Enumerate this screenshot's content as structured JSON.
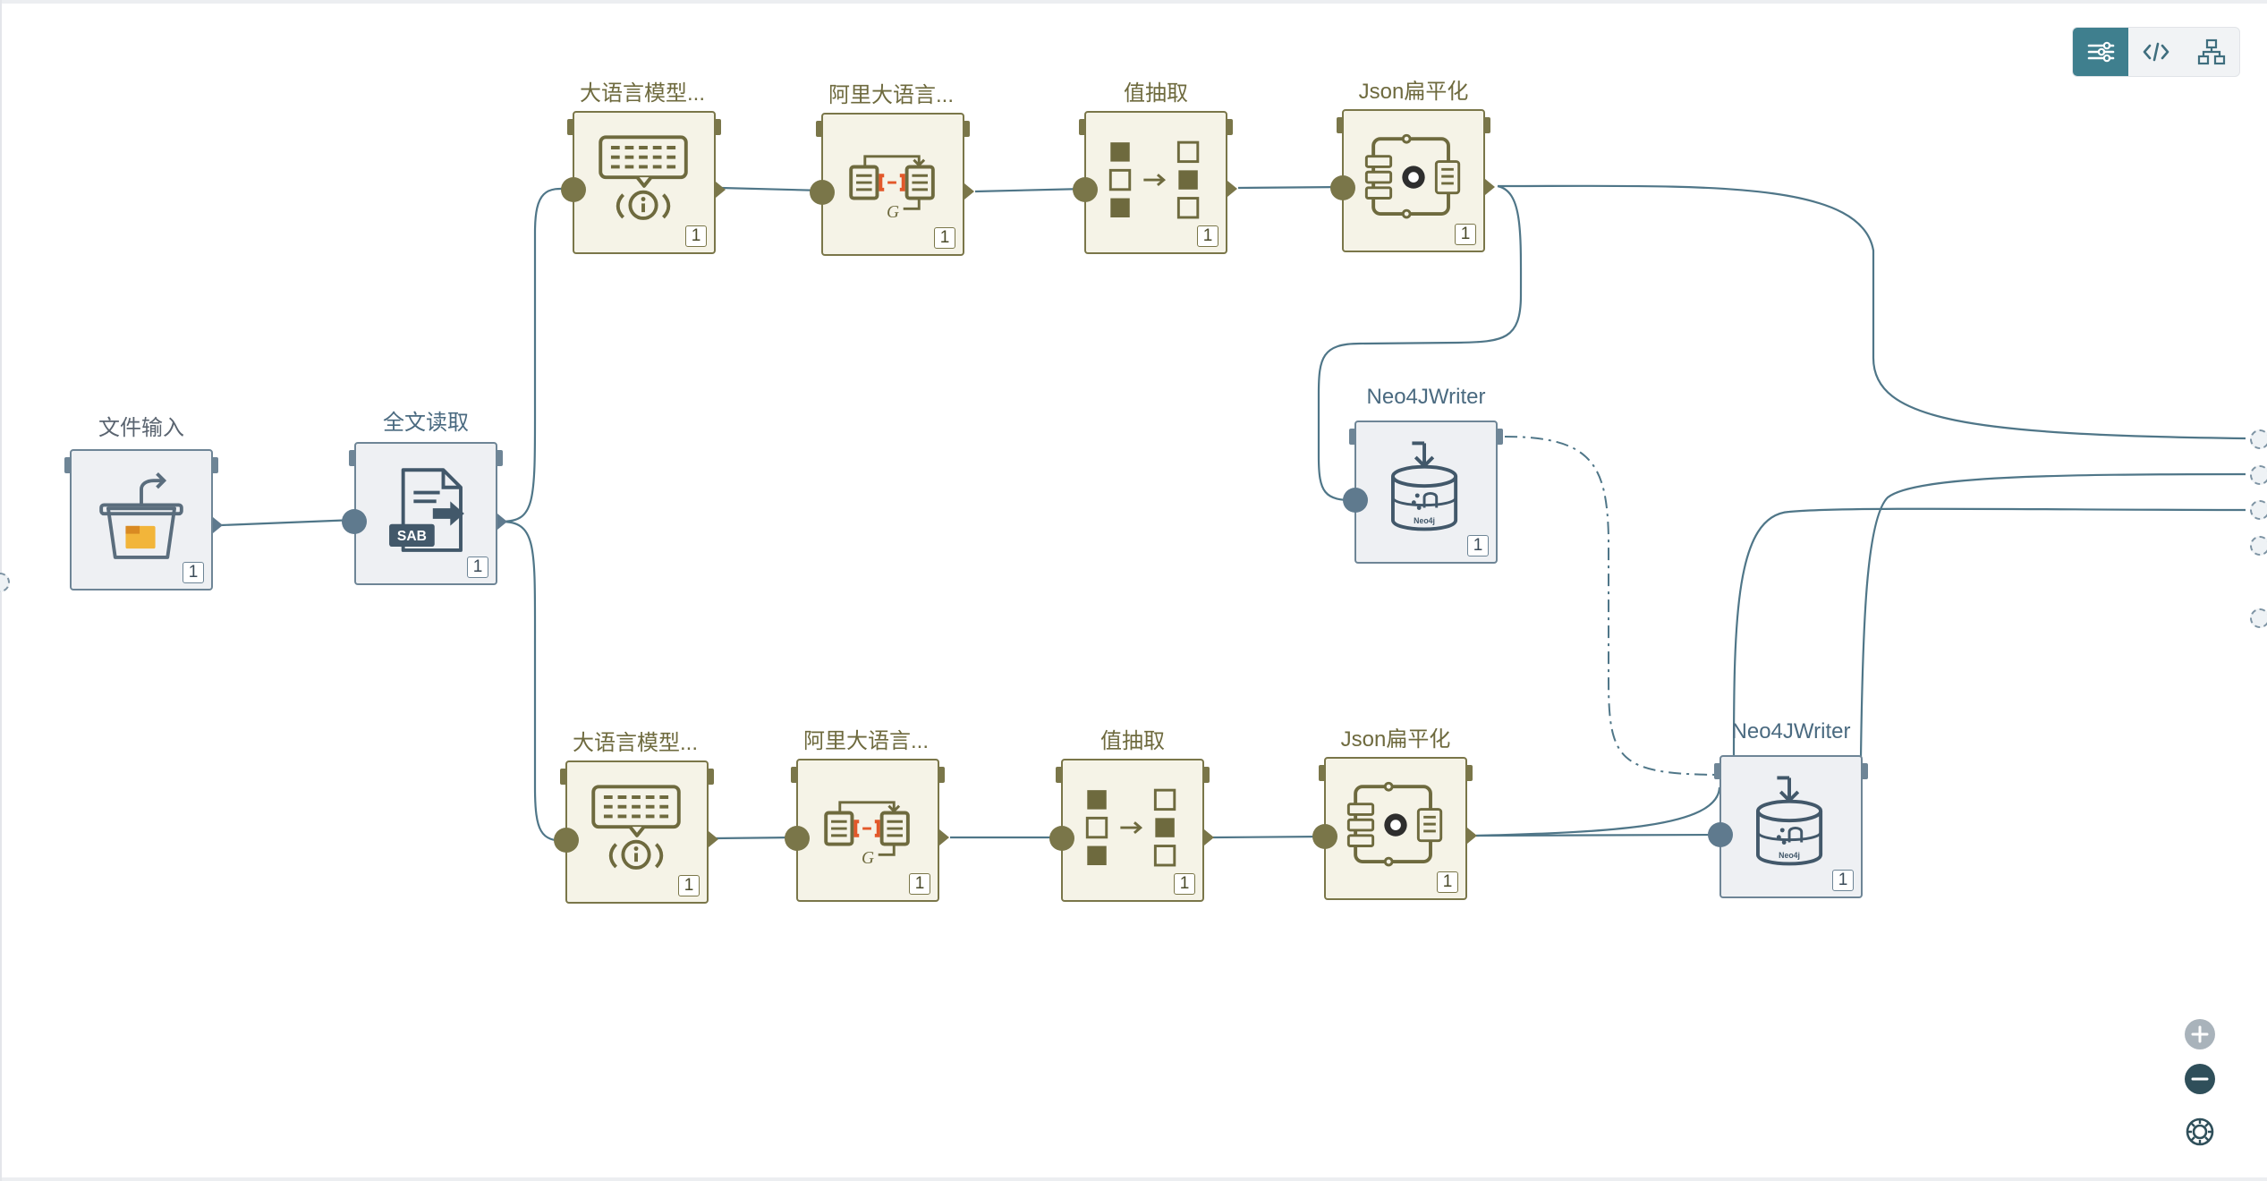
{
  "nodes": {
    "file_input": {
      "label": "文件输入",
      "count": "1"
    },
    "fulltext_read": {
      "label": "全文读取",
      "count": "1"
    },
    "llm_top": {
      "label": "大语言模型...",
      "count": "1"
    },
    "aliyun_top": {
      "label": "阿里大语言...",
      "count": "1"
    },
    "extract_top": {
      "label": "值抽取",
      "count": "1"
    },
    "json_top": {
      "label": "Json扁平化",
      "count": "1"
    },
    "neo4j_mid": {
      "label": "Neo4JWriter",
      "count": "1"
    },
    "llm_bottom": {
      "label": "大语言模型...",
      "count": "1"
    },
    "aliyun_bottom": {
      "label": "阿里大语言...",
      "count": "1"
    },
    "extract_bottom": {
      "label": "值抽取",
      "count": "1"
    },
    "json_bottom": {
      "label": "Json扁平化",
      "count": "1"
    },
    "neo4j_right": {
      "label": "Neo4JWriter",
      "count": "1"
    }
  },
  "icons": {
    "sab_text": "SAB",
    "neo4j_text": "Neo4j",
    "g_letter": "G"
  },
  "toolbar": {
    "items": [
      "flow-view-icon",
      "code-view-icon",
      "tree-view-icon"
    ],
    "active": "flow-view-icon"
  },
  "zoom": {
    "items": [
      "zoom-in-icon",
      "zoom-out-icon",
      "fit-view-icon"
    ]
  },
  "colors": {
    "yellow_node": "#7a7649",
    "blue_node": "#6e8596",
    "edge": "#4f7688",
    "accent": "#3f7f8e",
    "orange": "#e2582a"
  }
}
